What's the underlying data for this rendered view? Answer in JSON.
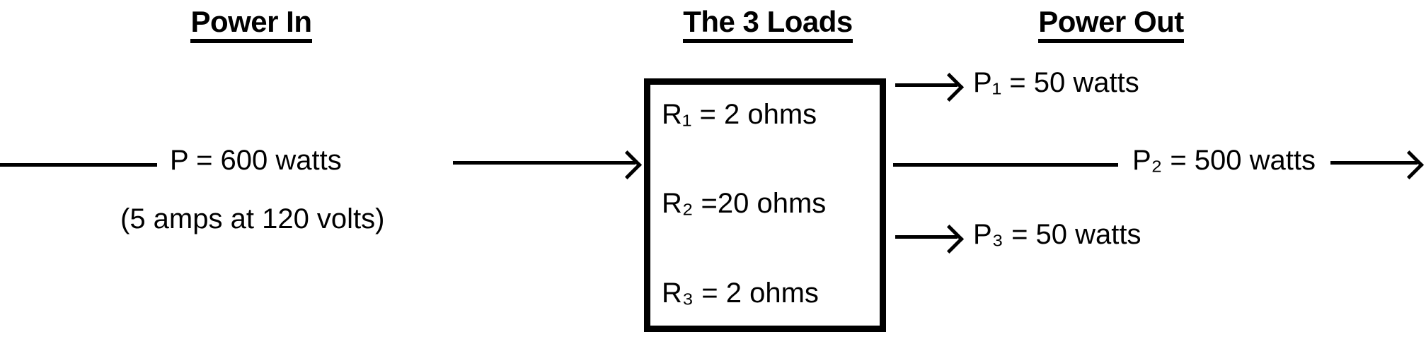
{
  "headings": {
    "power_in": "Power In",
    "three_loads": "The 3 Loads",
    "power_out": "Power Out"
  },
  "power_in": {
    "total": "P = 600 watts",
    "detail": "(5 amps at 120 volts)",
    "watts": 600,
    "amps": 5,
    "volts": 120
  },
  "loads": [
    {
      "id": "R1",
      "text": "R₁ = 2 ohms",
      "resistance_ohms": 2
    },
    {
      "id": "R2",
      "text": "R₂ =20 ohms",
      "resistance_ohms": 20
    },
    {
      "id": "R3",
      "text": "R₃ = 2 ohms",
      "resistance_ohms": 2
    }
  ],
  "power_out": [
    {
      "id": "P1",
      "text": "P₁ = 50 watts",
      "watts": 50
    },
    {
      "id": "P2",
      "text": "P₂ = 500 watts",
      "watts": 500
    },
    {
      "id": "P3",
      "text": "P₃ = 50 watts",
      "watts": 50
    }
  ],
  "colors": {
    "stroke": "#000000",
    "background": "#ffffff"
  }
}
